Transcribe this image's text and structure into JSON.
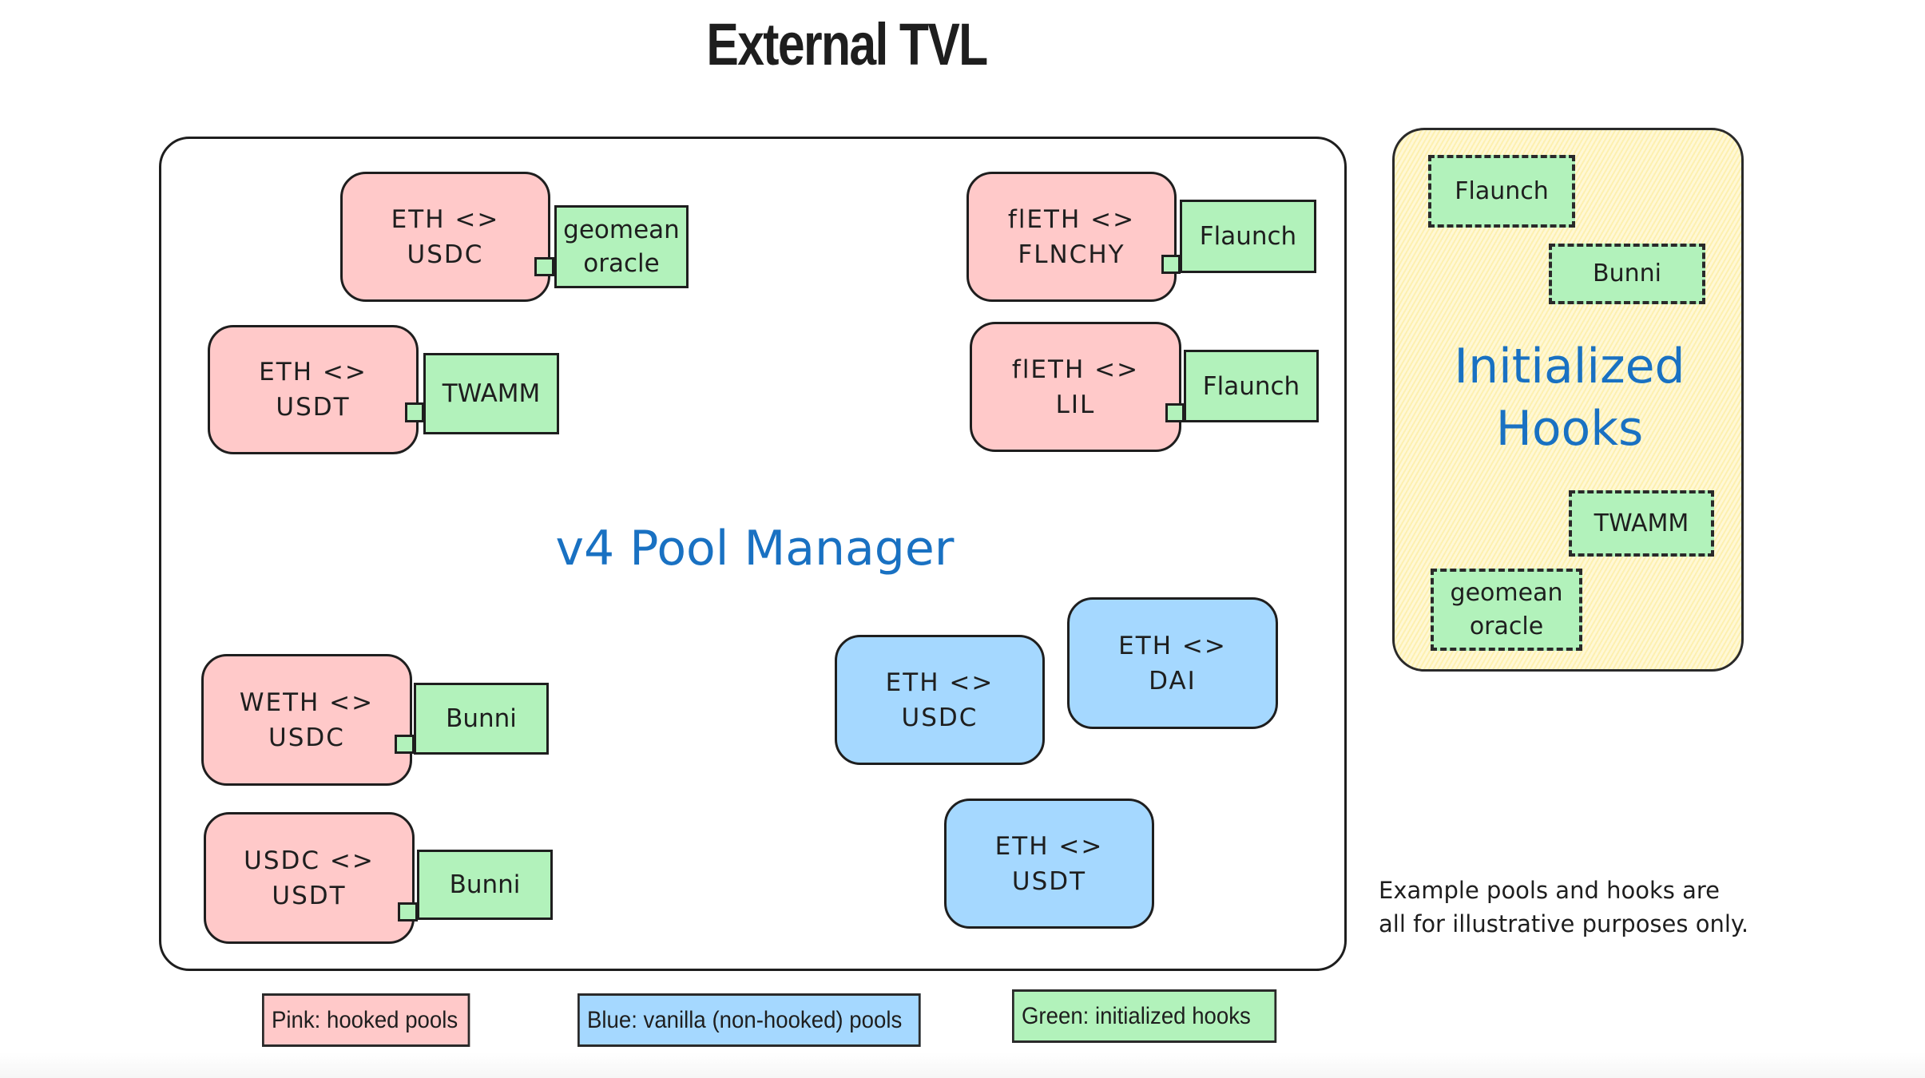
{
  "title": "External TVL",
  "pool_manager": {
    "label": "v4 Pool Manager",
    "hooked_pools": [
      {
        "line1": "ETH <>",
        "line2": "USDC",
        "hook": {
          "line1": "geomean",
          "line2": "oracle"
        }
      },
      {
        "line1": "ETH <>",
        "line2": "USDT",
        "hook": {
          "line1": "TWAMM",
          "line2": ""
        }
      },
      {
        "line1": "flETH <>",
        "line2": "FLNCHY",
        "hook": {
          "line1": "Flaunch",
          "line2": ""
        }
      },
      {
        "line1": "flETH <>",
        "line2": "LIL",
        "hook": {
          "line1": "Flaunch",
          "line2": ""
        }
      },
      {
        "line1": "WETH <>",
        "line2": "USDC",
        "hook": {
          "line1": "Bunni",
          "line2": ""
        }
      },
      {
        "line1": "USDC <>",
        "line2": "USDT",
        "hook": {
          "line1": "Bunni",
          "line2": ""
        }
      }
    ],
    "vanilla_pools": [
      {
        "line1": "ETH <>",
        "line2": "USDC"
      },
      {
        "line1": "ETH <>",
        "line2": "DAI"
      },
      {
        "line1": "ETH <>",
        "line2": "USDT"
      }
    ]
  },
  "initialized_hooks": {
    "label_line1": "Initialized",
    "label_line2": "Hooks",
    "items": [
      {
        "line1": "Flaunch",
        "line2": ""
      },
      {
        "line1": "Bunni",
        "line2": ""
      },
      {
        "line1": "TWAMM",
        "line2": ""
      },
      {
        "line1": "geomean",
        "line2": "oracle"
      }
    ]
  },
  "legend": [
    {
      "label": "Pink: hooked pools",
      "color": "#ffc9c9"
    },
    {
      "label": "Blue: vanilla (non-hooked) pools",
      "color": "#a5d8ff"
    },
    {
      "label": "Green: initialized hooks",
      "color": "#b2f2bb"
    }
  ],
  "note": {
    "line1": "Example pools and hooks are",
    "line2": "all for illustrative purposes only."
  },
  "colors": {
    "hooked_pool": "#ffc9c9",
    "vanilla_pool": "#a5d8ff",
    "hook": "#b2f2bb",
    "accent_text": "#1971c2",
    "hooks_panel": "#fff3bf"
  }
}
